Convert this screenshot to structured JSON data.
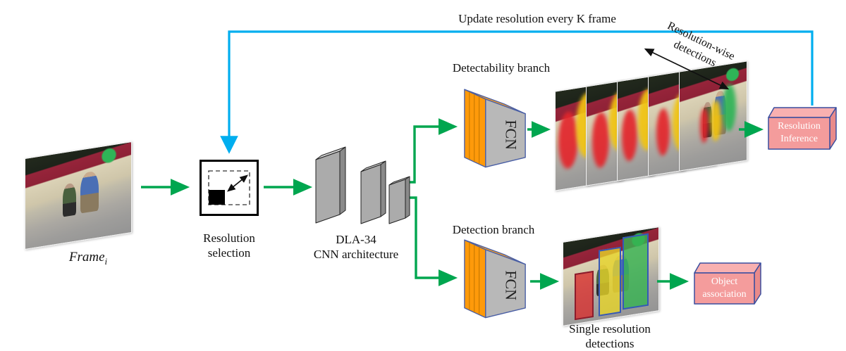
{
  "labels": {
    "feedback": "Update resolution every K frame",
    "frame_name": "Frame",
    "frame_sub": "i",
    "resolution_selection_1": "Resolution",
    "resolution_selection_2": "selection",
    "dla_1": "DLA-34",
    "dla_2": "CNN architecture",
    "detectability_branch": "Detectability branch",
    "detection_branch": "Detection branch",
    "fcn_top": "FCN",
    "fcn_bottom": "FCN",
    "resolution_wise_1": "Resolution-wise",
    "resolution_wise_2": "detections",
    "resolution_inference_1": "Resolution",
    "resolution_inference_2": "Inference",
    "object_association_1": "Object",
    "object_association_2": "association",
    "single_resolution_1": "Single resolution",
    "single_resolution_2": "detections"
  },
  "colors": {
    "arrow_green": "#00A64F",
    "feedback_cyan": "#00AEEF",
    "box_pink": "#F49C9C",
    "box_border": "#3A4E9F",
    "fcn_orange": "#FFA21F",
    "heat_red": "#E3262C",
    "heat_yellow": "#F2C410",
    "heat_green": "#2FB457"
  },
  "diagram": {
    "type": "pipeline-flow",
    "stack_frames": 5,
    "branches": [
      "Detectability branch",
      "Detection branch"
    ]
  }
}
